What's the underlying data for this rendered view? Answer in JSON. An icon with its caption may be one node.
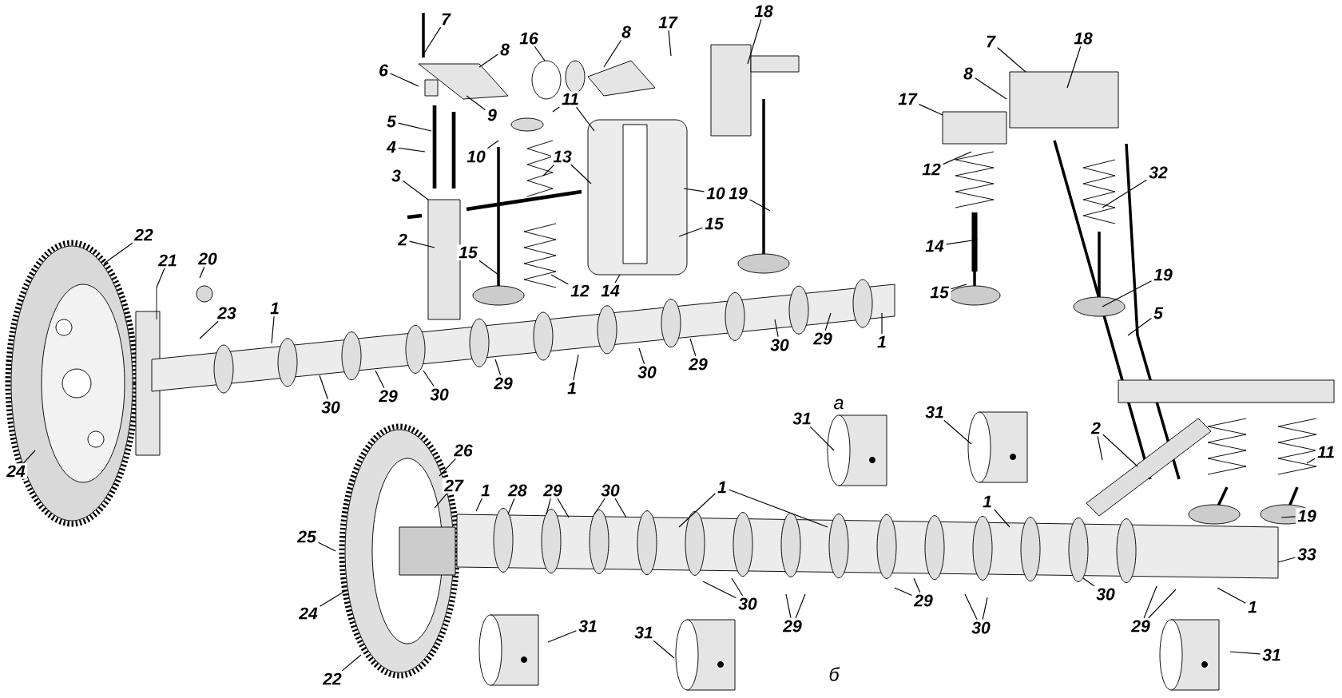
{
  "diagram": {
    "nodes": [
      {
        "text": [
          "7"
        ]
      },
      {
        "text": [
          "8"
        ]
      },
      {
        "text": [
          "6"
        ]
      },
      {
        "text": [
          "16"
        ]
      },
      {
        "text": [
          "8"
        ]
      },
      {
        "text": [
          "17"
        ]
      },
      {
        "text": [
          "18"
        ]
      },
      {
        "text": [
          "5"
        ]
      },
      {
        "text": [
          "4"
        ]
      },
      {
        "text": [
          "9"
        ]
      },
      {
        "text": [
          "11"
        ]
      },
      {
        "text": [
          "10"
        ]
      },
      {
        "text": [
          "13"
        ]
      },
      {
        "text": [
          "3"
        ]
      },
      {
        "text": [
          "2"
        ]
      },
      {
        "text": [
          "15"
        ]
      },
      {
        "text": [
          "12"
        ]
      },
      {
        "text": [
          "14"
        ]
      },
      {
        "text": [
          "10"
        ]
      },
      {
        "text": [
          "19"
        ]
      },
      {
        "text": [
          "15"
        ]
      },
      {
        "text": [
          "22"
        ]
      },
      {
        "text": [
          "21"
        ]
      },
      {
        "text": [
          "20"
        ]
      },
      {
        "text": [
          "23"
        ]
      },
      {
        "text": [
          "1"
        ]
      },
      {
        "text": [
          "7"
        ]
      },
      {
        "text": [
          "18"
        ]
      },
      {
        "text": [
          "8"
        ]
      },
      {
        "text": [
          "17"
        ]
      },
      {
        "text": [
          "12"
        ]
      },
      {
        "text": [
          "32"
        ]
      },
      {
        "text": [
          "14"
        ]
      },
      {
        "text": [
          "15"
        ]
      },
      {
        "text": [
          "19"
        ]
      },
      {
        "text": [
          "5"
        ]
      },
      {
        "text": [
          "30"
        ]
      },
      {
        "text": [
          "29"
        ]
      },
      {
        "text": [
          "30"
        ]
      },
      {
        "text": [
          "29"
        ]
      },
      {
        "text": [
          "1"
        ]
      },
      {
        "text": [
          "30"
        ]
      },
      {
        "text": [
          "29"
        ]
      },
      {
        "text": [
          "30"
        ]
      },
      {
        "text": [
          "29"
        ]
      },
      {
        "text": [
          "1"
        ]
      },
      {
        "text": [
          "26"
        ]
      },
      {
        "text": [
          "27"
        ]
      },
      {
        "text": [
          "1"
        ]
      },
      {
        "text": [
          "28"
        ]
      },
      {
        "text": [
          "29"
        ]
      },
      {
        "text": [
          "30"
        ]
      },
      {
        "text": [
          "25"
        ]
      },
      {
        "text": [
          "24"
        ]
      },
      {
        "text": [
          "22"
        ]
      },
      {
        "text": [
          "24"
        ]
      },
      {
        "text": [
          "31"
        ]
      },
      {
        "text": [
          "31"
        ]
      },
      {
        "text": [
          "31"
        ]
      },
      {
        "text": [
          "31"
        ]
      },
      {
        "text": [
          "1"
        ]
      },
      {
        "text": [
          "1"
        ]
      },
      {
        "text": [
          "2"
        ]
      },
      {
        "text": [
          "11"
        ]
      },
      {
        "text": [
          "19"
        ]
      },
      {
        "text": [
          "33"
        ]
      },
      {
        "text": [
          "1"
        ]
      },
      {
        "text": [
          "30"
        ]
      },
      {
        "text": [
          "29"
        ]
      },
      {
        "text": [
          "29"
        ]
      },
      {
        "text": [
          "30"
        ]
      },
      {
        "text": [
          "30"
        ]
      },
      {
        "text": [
          "29"
        ]
      },
      {
        "text": [
          "31"
        ]
      }
    ],
    "edges": [
      {
        "from": 0,
        "to": null,
        "arrow": "none"
      },
      {
        "from": 1,
        "to": null,
        "arrow": "none"
      },
      {
        "from": 2,
        "to": null,
        "arrow": "none"
      },
      {
        "from": 3,
        "to": null,
        "arrow": "none"
      },
      {
        "from": 4,
        "to": null,
        "arrow": "none"
      },
      {
        "from": 5,
        "to": null,
        "arrow": "none"
      },
      {
        "from": 6,
        "to": null,
        "arrow": "none"
      },
      {
        "from": 7,
        "to": null,
        "arrow": "none"
      },
      {
        "from": 8,
        "to": null,
        "arrow": "none"
      },
      {
        "from": 9,
        "to": null,
        "arrow": "none"
      },
      {
        "from": 10,
        "to": null,
        "arrow": "none"
      },
      {
        "from": 10,
        "to": null,
        "arrow": "none"
      },
      {
        "from": 11,
        "to": null,
        "arrow": "none"
      },
      {
        "from": 12,
        "to": null,
        "arrow": "none"
      },
      {
        "from": 12,
        "to": null,
        "arrow": "none"
      },
      {
        "from": 13,
        "to": null,
        "arrow": "none"
      },
      {
        "from": 14,
        "to": null,
        "arrow": "none"
      },
      {
        "from": 15,
        "to": null,
        "arrow": "none"
      },
      {
        "from": 16,
        "to": null,
        "arrow": "none"
      },
      {
        "from": 17,
        "to": null,
        "arrow": "none"
      },
      {
        "from": 18,
        "to": null,
        "arrow": "none"
      },
      {
        "from": 19,
        "to": null,
        "arrow": "none"
      },
      {
        "from": 20,
        "to": null,
        "arrow": "none"
      },
      {
        "from": 21,
        "to": null,
        "arrow": "none"
      },
      {
        "from": 22,
        "to": null,
        "arrow": "none"
      },
      {
        "from": 23,
        "to": null,
        "arrow": "none"
      },
      {
        "from": 24,
        "to": null,
        "arrow": "none"
      },
      {
        "from": 25,
        "to": null,
        "arrow": "none"
      },
      {
        "from": 26,
        "to": null,
        "arrow": "none"
      },
      {
        "from": 27,
        "to": null,
        "arrow": "none"
      },
      {
        "from": 28,
        "to": null,
        "arrow": "none"
      },
      {
        "from": 29,
        "to": null,
        "arrow": "none"
      },
      {
        "from": 30,
        "to": null,
        "arrow": "none"
      },
      {
        "from": 31,
        "to": null,
        "arrow": "none"
      },
      {
        "from": 32,
        "to": null,
        "arrow": "none"
      },
      {
        "from": 33,
        "to": null,
        "arrow": "none"
      },
      {
        "from": 34,
        "to": null,
        "arrow": "none"
      },
      {
        "from": 35,
        "to": null,
        "arrow": "none"
      },
      {
        "from": 36,
        "to": null,
        "arrow": "none"
      },
      {
        "from": 37,
        "to": null,
        "arrow": "none"
      },
      {
        "from": 38,
        "to": null,
        "arrow": "none"
      },
      {
        "from": 39,
        "to": null,
        "arrow": "none"
      },
      {
        "from": 40,
        "to": null,
        "arrow": "none"
      },
      {
        "from": 41,
        "to": null,
        "arrow": "none"
      },
      {
        "from": 42,
        "to": null,
        "arrow": "none"
      },
      {
        "from": 43,
        "to": null,
        "arrow": "none"
      },
      {
        "from": 44,
        "to": null,
        "arrow": "none"
      },
      {
        "from": 45,
        "to": null,
        "arrow": "none"
      },
      {
        "from": 46,
        "to": null,
        "arrow": "none"
      },
      {
        "from": 47,
        "to": null,
        "arrow": "none"
      },
      {
        "from": 48,
        "to": null,
        "arrow": "none"
      },
      {
        "from": 49,
        "to": null,
        "arrow": "none"
      },
      {
        "from": 50,
        "to": null,
        "arrow": "none"
      },
      {
        "from": 50,
        "to": null,
        "arrow": "none"
      },
      {
        "from": 51,
        "to": null,
        "arrow": "none"
      },
      {
        "from": 51,
        "to": null,
        "arrow": "none"
      },
      {
        "from": 52,
        "to": null,
        "arrow": "none"
      },
      {
        "from": 53,
        "to": null,
        "arrow": "none"
      },
      {
        "from": 54,
        "to": null,
        "arrow": "none"
      },
      {
        "from": 55,
        "to": null,
        "arrow": "none"
      },
      {
        "from": 56,
        "to": null,
        "arrow": "none"
      },
      {
        "from": 57,
        "to": null,
        "arrow": "none"
      },
      {
        "from": 58,
        "to": null,
        "arrow": "none"
      },
      {
        "from": 59,
        "to": null,
        "arrow": "none"
      },
      {
        "from": 60,
        "to": null,
        "arrow": "none"
      },
      {
        "from": 60,
        "to": null,
        "arrow": "none"
      },
      {
        "from": 61,
        "to": null,
        "arrow": "none"
      },
      {
        "from": 62,
        "to": null,
        "arrow": "none"
      },
      {
        "from": 62,
        "to": null,
        "arrow": "none"
      },
      {
        "from": 63,
        "to": null,
        "arrow": "none"
      },
      {
        "from": 64,
        "to": null,
        "arrow": "none"
      },
      {
        "from": 65,
        "to": null,
        "arrow": "none"
      },
      {
        "from": 66,
        "to": null,
        "arrow": "none"
      },
      {
        "from": 67,
        "to": null,
        "arrow": "none"
      },
      {
        "from": 67,
        "to": null,
        "arrow": "none"
      },
      {
        "from": 68,
        "to": null,
        "arrow": "none"
      },
      {
        "from": 68,
        "to": null,
        "arrow": "none"
      },
      {
        "from": 69,
        "to": null,
        "arrow": "none"
      },
      {
        "from": 69,
        "to": null,
        "arrow": "none"
      },
      {
        "from": 70,
        "to": null,
        "arrow": "none"
      },
      {
        "from": 70,
        "to": null,
        "arrow": "none"
      },
      {
        "from": 71,
        "to": null,
        "arrow": "none"
      },
      {
        "from": 72,
        "to": null,
        "arrow": "none"
      },
      {
        "from": 72,
        "to": null,
        "arrow": "none"
      },
      {
        "from": 73,
        "to": null,
        "arrow": "none"
      }
    ],
    "labels": [
      "а",
      "б"
    ]
  }
}
